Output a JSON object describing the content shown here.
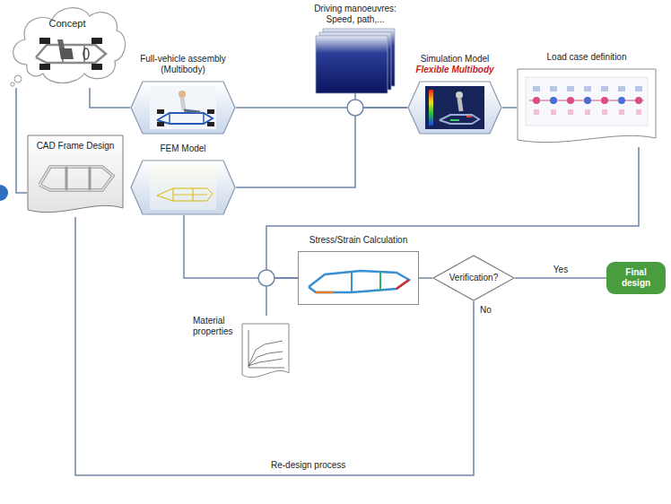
{
  "diagram": {
    "nodes": [
      {
        "text": [
          "Concept"
        ]
      },
      {
        "text": [
          "Driving manoeuvres: Speed, path,..."
        ]
      },
      {
        "text": [
          "Full-vehicle assembly (Multibody)"
        ]
      },
      {
        "text": [
          "Simulation Model",
          "Flexible Multibody"
        ]
      },
      {
        "text": [
          "Load case definition"
        ]
      },
      {
        "text": [
          "CAD Frame Design"
        ]
      },
      {
        "text": [
          "FEM Model"
        ]
      },
      {
        "text": [
          "Stress/Strain Calculation"
        ]
      },
      {
        "text": [
          "Verification?"
        ]
      },
      {
        "text": [
          "Final design"
        ]
      },
      {
        "text": [
          "Material properties"
        ]
      }
    ],
    "edges": [
      {
        "from": 0,
        "to": 2,
        "arrow": "none"
      },
      {
        "from": 0,
        "to": 5,
        "arrow": "none"
      },
      {
        "from": 2,
        "to": 3,
        "arrow": "none"
      },
      {
        "from": 1,
        "to": 3,
        "arrow": "none"
      },
      {
        "from": 6,
        "to": 3,
        "arrow": "none"
      },
      {
        "from": 3,
        "to": 4,
        "arrow": "none"
      },
      {
        "from": 4,
        "to": 7,
        "arrow": "none"
      },
      {
        "from": 6,
        "to": 7,
        "arrow": "none"
      },
      {
        "from": 10,
        "to": 7,
        "arrow": "none"
      },
      {
        "from": 7,
        "to": 8,
        "arrow": "none"
      },
      {
        "from": 8,
        "to": 9,
        "label": "Yes",
        "arrow": "none"
      },
      {
        "from": 8,
        "to": 5,
        "label": "No",
        "arrow": "none"
      }
    ],
    "labels": [
      "Re-design process"
    ]
  }
}
